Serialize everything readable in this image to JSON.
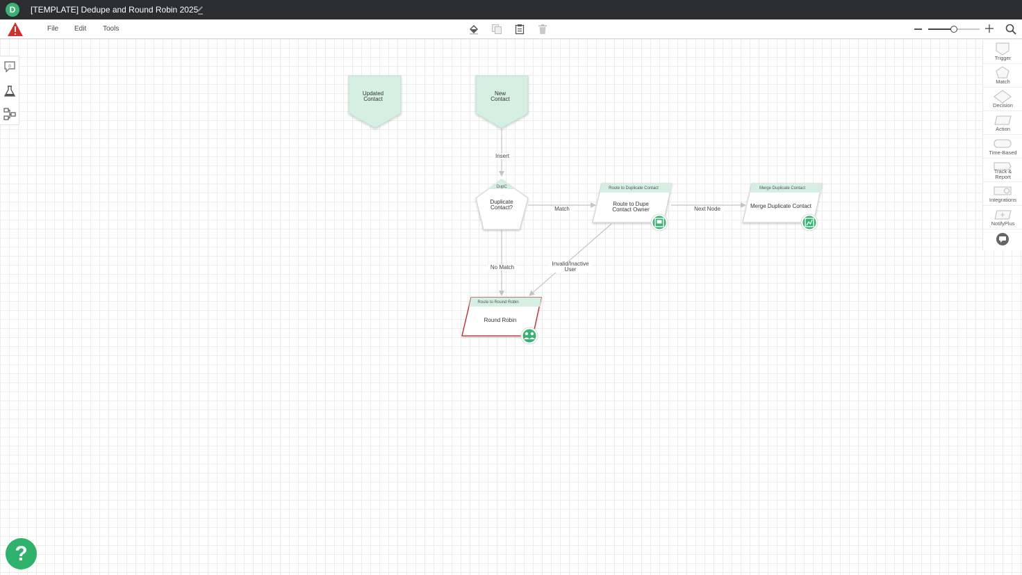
{
  "window": {
    "title": "[TEMPLATE] Dedupe and Round Robin 2025_",
    "logo_letter": "D"
  },
  "menu": {
    "items": [
      "File",
      "Edit",
      "Tools"
    ]
  },
  "zoom": {
    "level_fraction": 0.5
  },
  "palette": {
    "items": [
      "Trigger",
      "Match",
      "Decision",
      "Action",
      "Time-Based",
      "Track &\nReport",
      "Integrations",
      "NotifyPlus"
    ]
  },
  "left_tools": {
    "comment_count": "0"
  },
  "nodes": {
    "updated_contact": "Updated\nContact",
    "new_contact": "New\nContact",
    "dupc_header": "DupC",
    "dupc_label": "Duplicate\nContact?",
    "route_dupe_header": "Route to Duplicate Contact",
    "route_dupe_label": "Route to Dupe\nContact Owner",
    "merge_header": "Merge Duplicate Contact",
    "merge_label": "Merge Duplicate Contact",
    "round_robin_header": "Route to Round Robin",
    "round_robin_label": "Round Robin"
  },
  "edges": {
    "insert": "Insert",
    "match": "Match",
    "next_node": "Next Node",
    "no_match": "No Match",
    "invalid_user": "Invalid/Inactive\nUser"
  },
  "help": {
    "label": "?"
  },
  "colors": {
    "node_fill": "#d5efe3",
    "accent_green": "#2fb26b",
    "error_red": "#c0392b",
    "titlebar": "#2b2d30"
  }
}
